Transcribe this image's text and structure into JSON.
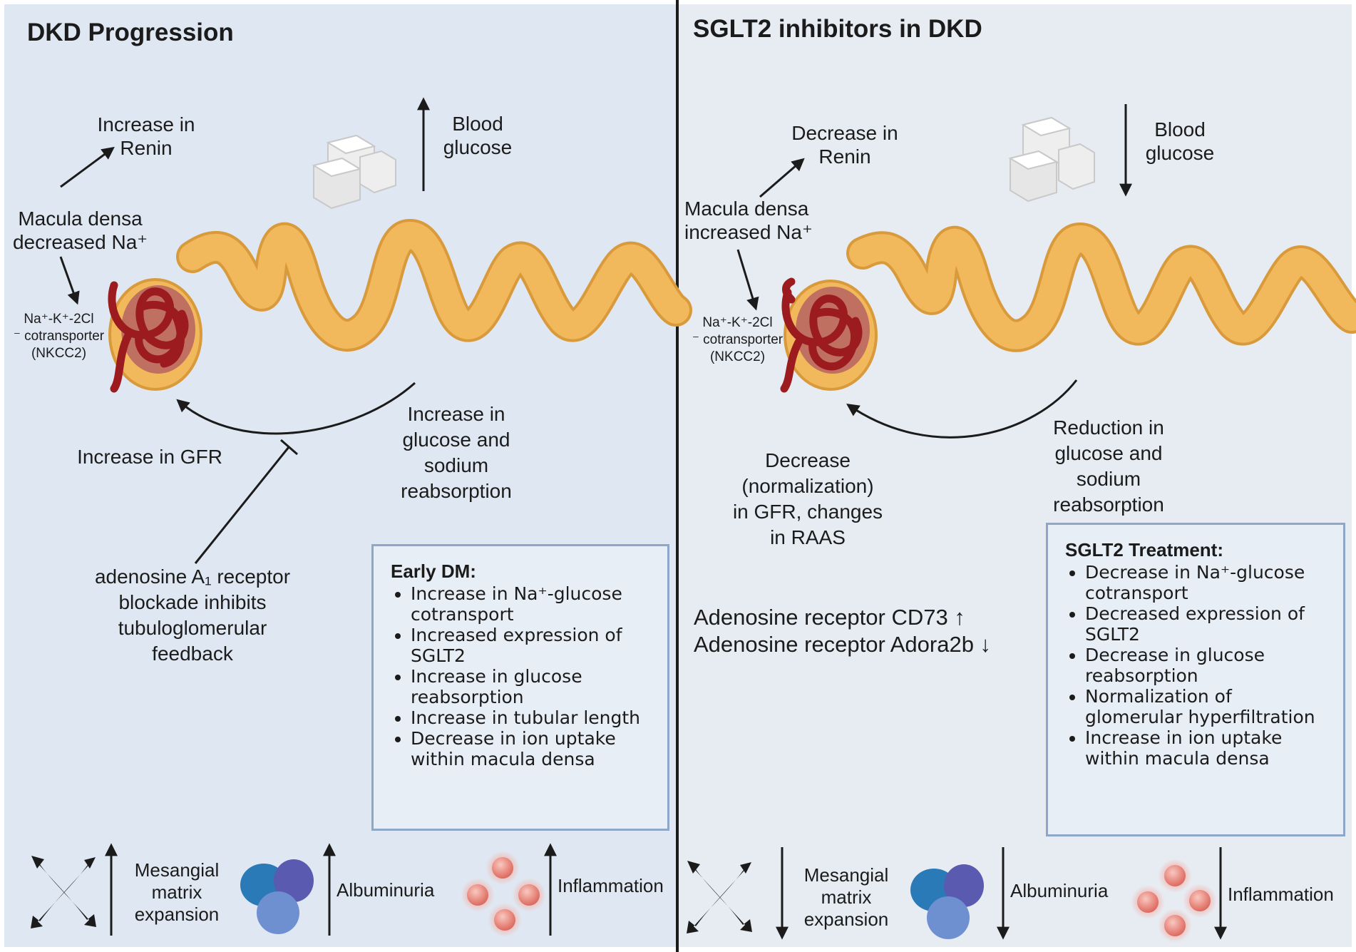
{
  "left": {
    "title": "DKD Progression",
    "renin_label": "Increase in\nRenin",
    "blood_glucose_label": "Blood\nglucose",
    "macula_label": "Macula densa\ndecreased Na⁺",
    "nkcc2_label": "Na⁺-K⁺-2Cl\n⁻ cotransporter\n(NKCC2)",
    "gfr_label": "Increase in GFR",
    "reabsorption_label": "Increase in\nglucose and\nsodium\nreabsorption",
    "adenosine_label": "adenosine A₁ receptor\nblockade inhibits\ntubuloglomerular\nfeedback",
    "box_title": "Early DM:",
    "box_items": [
      "Increase in Na⁺-glucose cotransport",
      "Increased expression of SGLT2",
      "Increase in glucose reabsorption",
      "Increase in tubular length",
      "Decrease in ion uptake within macula densa"
    ],
    "mesangial_label": "Mesangial\nmatrix\nexpansion",
    "albuminuria_label": "Albuminuria",
    "inflammation_label": "Inflammation"
  },
  "right": {
    "title": "SGLT2 inhibitors in DKD",
    "renin_label": "Decrease in\nRenin",
    "blood_glucose_label": "Blood\nglucose",
    "macula_label": "Macula densa\nincreased Na⁺",
    "nkcc2_label": "Na⁺-K⁺-2Cl\n⁻ cotransporter\n(NKCC2)",
    "gfr_label": "Decrease\n(normalization)\nin GFR, changes\nin RAAS",
    "reabsorption_label": "Reduction in\nglucose and\nsodium\nreabsorption",
    "adenosine_line1": "Adenosine receptor CD73 ↑",
    "adenosine_line2": "Adenosine receptor Adora2b ↓",
    "box_title": "SGLT2 Treatment:",
    "box_items": [
      "Decrease in Na⁺-glucose cotransport",
      "Decreased expression of SGLT2",
      "Decrease in glucose reabsorption",
      "Normalization of glomerular hyperfiltration",
      "Increase in ion uptake within macula densa"
    ],
    "mesangial_label": "Mesangial\nmatrix\nexpansion",
    "albuminuria_label": "Albuminuria",
    "inflammation_label": "Inflammation"
  },
  "colors": {
    "tubule": "#f2b85c",
    "tubule_outline": "#d99a3c",
    "glomerulus": "#9b1b1e",
    "capsule_inner": "#c07060",
    "protein_blue": "#2a7ab8",
    "protein_purple": "#5a5ab0",
    "protein_light": "#6e8fd0",
    "cell_pink": "#e88a80"
  }
}
